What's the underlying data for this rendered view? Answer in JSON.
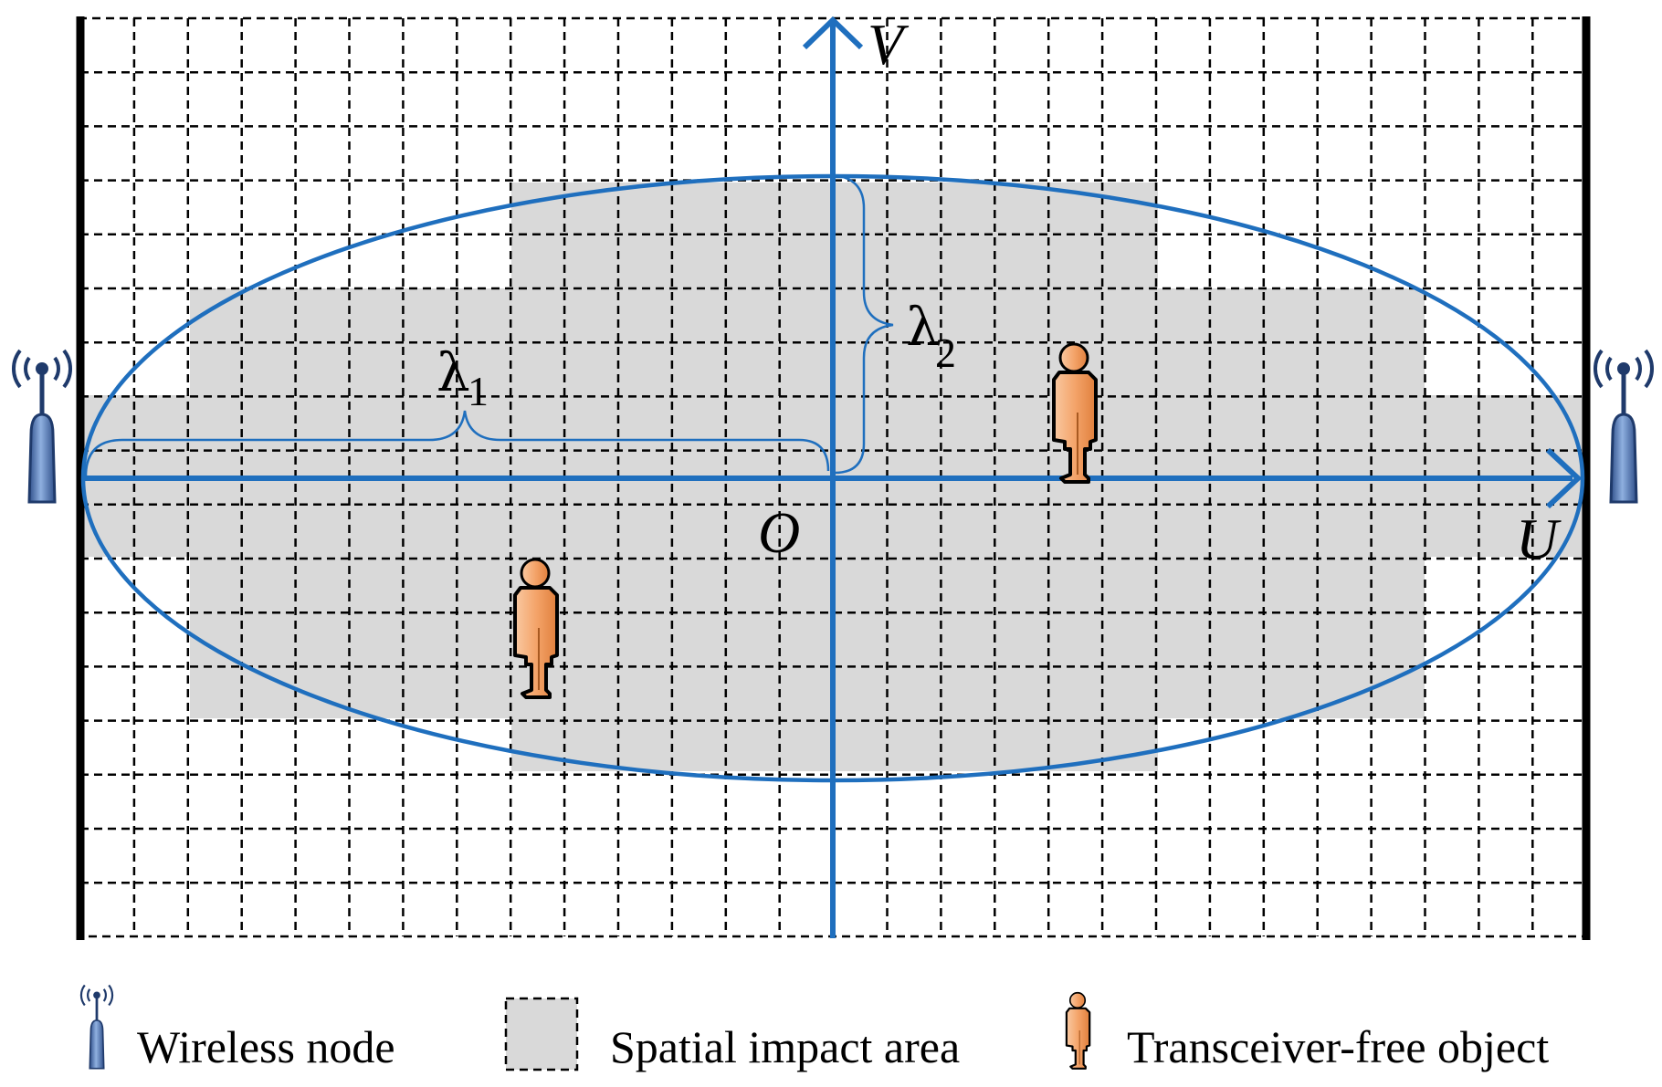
{
  "axes": {
    "u_label": "U",
    "v_label": "V",
    "origin_label": "O"
  },
  "annotations": {
    "lambda_1_symbol": "λ",
    "lambda_1_subscript": "1",
    "lambda_2_symbol": "λ",
    "lambda_2_subscript": "2"
  },
  "legend": {
    "wireless_node": "Wireless node",
    "spatial_impact_area": "Spatial impact area",
    "transceiver_free_object": "Transceiver-free object"
  },
  "colors": {
    "axis_blue": "#1f6fbe",
    "impact_fill": "#d9d9d9",
    "grid": "#000000",
    "person_orange": "#f4a46a",
    "node_blue": "#3d66a8"
  },
  "icons": {
    "node": "wireless-node-icon",
    "person": "person-icon"
  }
}
